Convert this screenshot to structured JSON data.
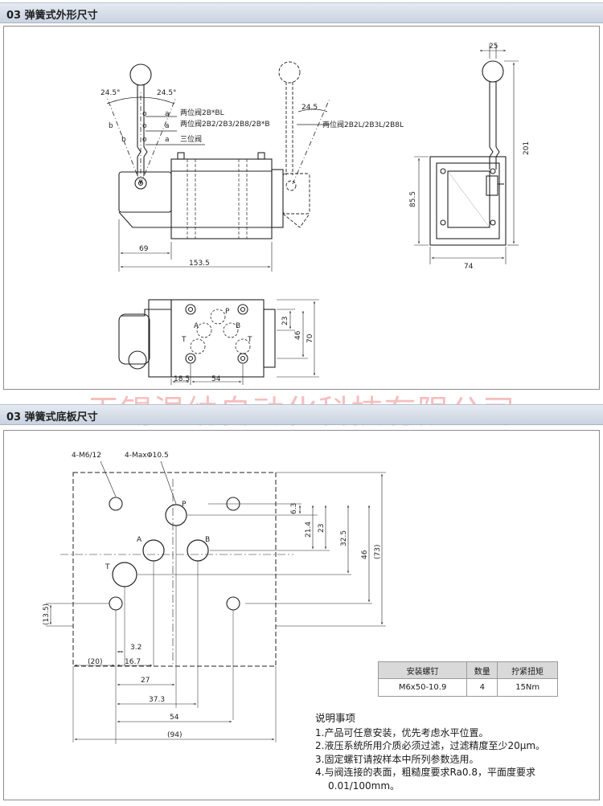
{
  "section1": {
    "title": "03 弹簧式外形尺寸"
  },
  "section2": {
    "title": "03 弹簧式底板尺寸"
  },
  "watermark": "无锡温纳自动化科技有限公司",
  "front_view": {
    "angle_left": "24.5°",
    "angle_right": "24.5°",
    "angle_2": "24.5",
    "label_b": "b",
    "label_o": "o",
    "label_a": "a",
    "type_2b_bl": "两位阀2B*BL",
    "type_2b": "两位阀2B2/2B3/2B8/2B*B",
    "type_3": "三位阀",
    "type_2l": "两位阀2B2L/2B3L/2B8L",
    "dim_69": "69",
    "dim_153_5": "153.5"
  },
  "side_view": {
    "dim_25": "25",
    "dim_201": "201",
    "dim_85_5": "85.5",
    "dim_74": "74"
  },
  "top_view": {
    "port_p": "P",
    "port_a": "A",
    "port_b": "B",
    "port_t1": "T",
    "port_t2": "T",
    "dim_23": "23",
    "dim_46": "46",
    "dim_70": "70",
    "dim_18_5": "18.5",
    "dim_54": "54"
  },
  "base_plate": {
    "label_m6": "4-M6/12",
    "label_max": "4-MaxΦ10.5",
    "port_p": "P",
    "port_a": "A",
    "port_b": "B",
    "port_t": "T",
    "dim_6_3": "6.3",
    "dim_21_4": "21.4",
    "dim_23": "23",
    "dim_32_5": "32.5",
    "dim_46": "46",
    "dim_73": "(73)",
    "dim_13_5": "(13.5)",
    "dim_3_2": "3.2",
    "dim_20": "(20)",
    "dim_16_7": "16.7",
    "dim_27": "27",
    "dim_37_3": "37.3",
    "dim_54": "54",
    "dim_94": "(94)"
  },
  "spec_table": {
    "headers": [
      "安装螺钉",
      "数量",
      "拧紧扭矩"
    ],
    "row": [
      "M6x50-10.9",
      "4",
      "15Nm"
    ]
  },
  "notes": {
    "title": "说明事项",
    "items": [
      "1.产品可任意安装，优先考虑水平位置。",
      "2.液压系统所用介质必须过滤，过滤精度至少20μm。",
      "3.固定螺钉请按样本中所列参数选用。",
      "4.与阀连接的表面，粗糙度要求Ra0.8，平面度要求",
      "0.01/100mm。"
    ]
  }
}
